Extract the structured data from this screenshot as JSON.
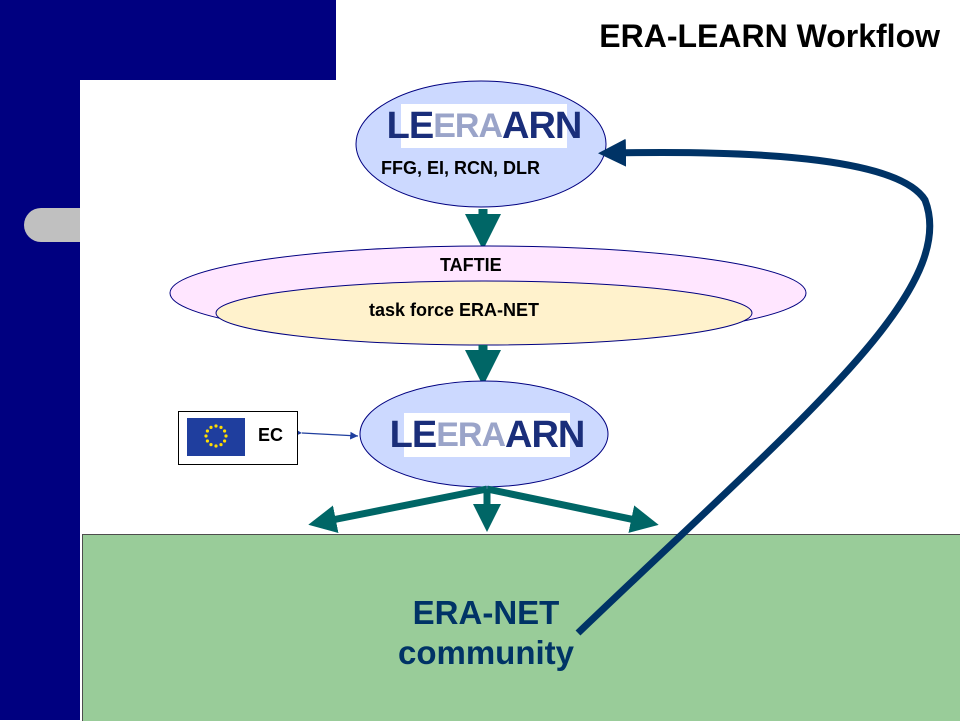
{
  "title": "ERA-LEARN Workflow",
  "nodes": {
    "top_logo": {
      "left": "LE",
      "mid": "ERA",
      "right": "ARN"
    },
    "top_members": "FFG, EI, RCN, DLR",
    "taftie": "TAFTIE",
    "task_force": "task force ERA-NET",
    "bottom_logo": {
      "left": "LE",
      "mid": "ERA",
      "right": "ARN"
    },
    "ec": "EC",
    "community_line1": "ERA-NET",
    "community_line2": "community"
  },
  "colors": {
    "navy": "#000080",
    "teal_arrow": "#006666",
    "feedback_arrow": "#003366",
    "community_bg": "#99cc99",
    "ellipse_blue": "#ccd9ff",
    "taftie_pink": "#ffe6ff",
    "taskforce_beige": "#fff2cc"
  },
  "icons": [
    "eu-flag-icon"
  ]
}
